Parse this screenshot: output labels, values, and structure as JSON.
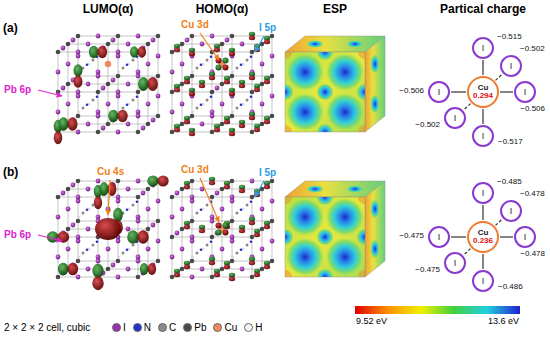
{
  "diagram": {
    "nodes": [
      {
        "text": [
          "I"
        ]
      },
      {
        "text": [
          "I"
        ]
      },
      {
        "text": [
          "I"
        ]
      },
      {
        "text": [
          "Cu",
          "0.294"
        ]
      },
      {
        "text": [
          "I"
        ]
      },
      {
        "text": [
          "I"
        ]
      },
      {
        "text": [
          "I"
        ]
      },
      {
        "text": [
          "I"
        ]
      },
      {
        "text": [
          "I"
        ]
      },
      {
        "text": [
          "I"
        ]
      },
      {
        "text": [
          "Cu",
          "0.236"
        ]
      },
      {
        "text": [
          "I"
        ]
      },
      {
        "text": [
          "I"
        ]
      },
      {
        "text": [
          "I"
        ]
      }
    ],
    "edges": [
      {
        "from": 3,
        "to": 0,
        "arrow": "none"
      },
      {
        "from": 3,
        "to": 1,
        "arrow": "none"
      },
      {
        "from": 3,
        "to": 2,
        "arrow": "none"
      },
      {
        "from": 3,
        "to": 4,
        "arrow": "none"
      },
      {
        "from": 3,
        "to": 5,
        "arrow": "none"
      },
      {
        "from": 3,
        "to": 6,
        "arrow": "none"
      },
      {
        "from": 10,
        "to": 7,
        "arrow": "none"
      },
      {
        "from": 10,
        "to": 8,
        "arrow": "none"
      },
      {
        "from": 10,
        "to": 9,
        "arrow": "none"
      },
      {
        "from": 10,
        "to": 11,
        "arrow": "none"
      },
      {
        "from": 10,
        "to": 12,
        "arrow": "none"
      },
      {
        "from": 10,
        "to": 13,
        "arrow": "none"
      }
    ],
    "labels": [
      "(a)",
      "LUMO(α)",
      "HOMO(α)",
      "ESP",
      "Partical charge",
      "Pb 6p",
      "Cu 3d",
      "I 5p",
      "−0.515",
      "−0.502",
      "−0.506",
      "−0.506",
      "−0.502",
      "−0.517",
      "(b)",
      "Pb 6p",
      "Cu 4s",
      "Cu 3d",
      "I 5p",
      "−0.485",
      "−0.478",
      "−0.475",
      "−0.478",
      "−0.475",
      "−0.486",
      "2 × 2 × 2 cell, cubic",
      "9.52 eV",
      "13.6 eV"
    ],
    "legend": [
      {
        "text": "I",
        "color": "#9b30b0"
      },
      {
        "text": "N",
        "color": "#2233cc"
      },
      {
        "text": "C",
        "color": "#8a8a8a"
      },
      {
        "text": "Pb",
        "color": "#4a4a4a"
      },
      {
        "text": "Cu",
        "color": "#f08a60"
      },
      {
        "text": "H",
        "color": "#f4f4f4"
      }
    ]
  }
}
